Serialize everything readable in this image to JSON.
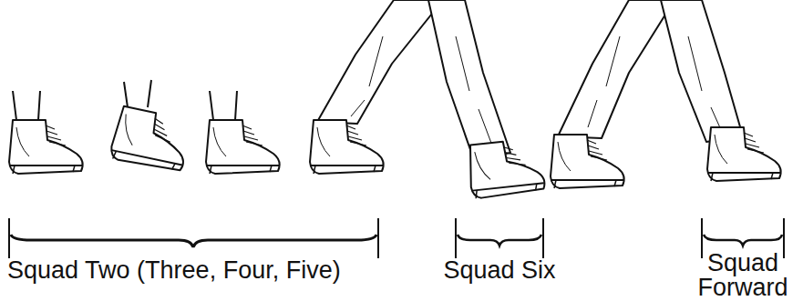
{
  "diagram": {
    "labels": [
      "Squad Two (Three, Four, Five)",
      "Squad Six",
      "Squad Forward"
    ]
  }
}
